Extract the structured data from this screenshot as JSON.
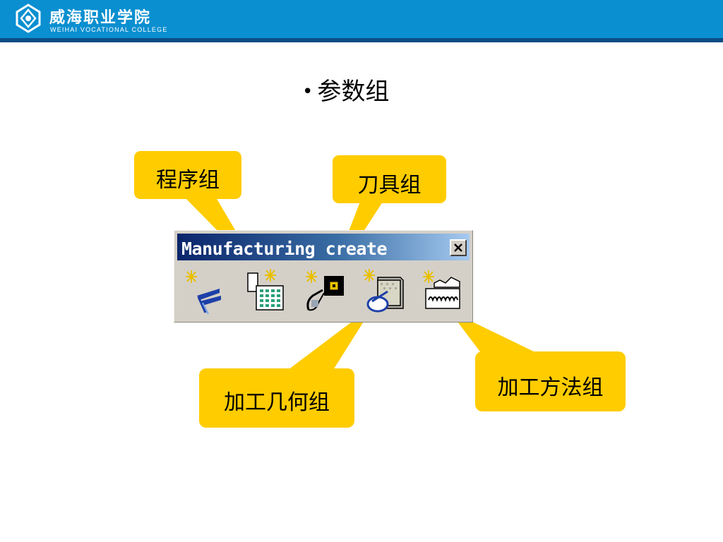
{
  "header": {
    "college_name_cn": "威海职业学院",
    "college_name_en": "WEIHAI VOCATIONAL COLLEGE",
    "band_color": "#0a8fd0",
    "line_color": "#0b4c86"
  },
  "slide": {
    "bullet": "•",
    "title": "参数组"
  },
  "toolbar": {
    "title": "Manufacturing create",
    "close_icon": "close-x-icon",
    "tools": [
      {
        "id": "program",
        "icon": "program-group-icon"
      },
      {
        "id": "tool",
        "icon": "tool-group-icon"
      },
      {
        "id": "cutter",
        "icon": "cutter-group-icon"
      },
      {
        "id": "geometry",
        "icon": "geometry-group-icon"
      },
      {
        "id": "method",
        "icon": "method-group-icon"
      }
    ]
  },
  "callouts": {
    "program_group": "程序组",
    "tool_group": "刀具组",
    "geometry_group": "加工几何组",
    "method_group": "加工方法组",
    "fill_color": "#ffcc00"
  }
}
